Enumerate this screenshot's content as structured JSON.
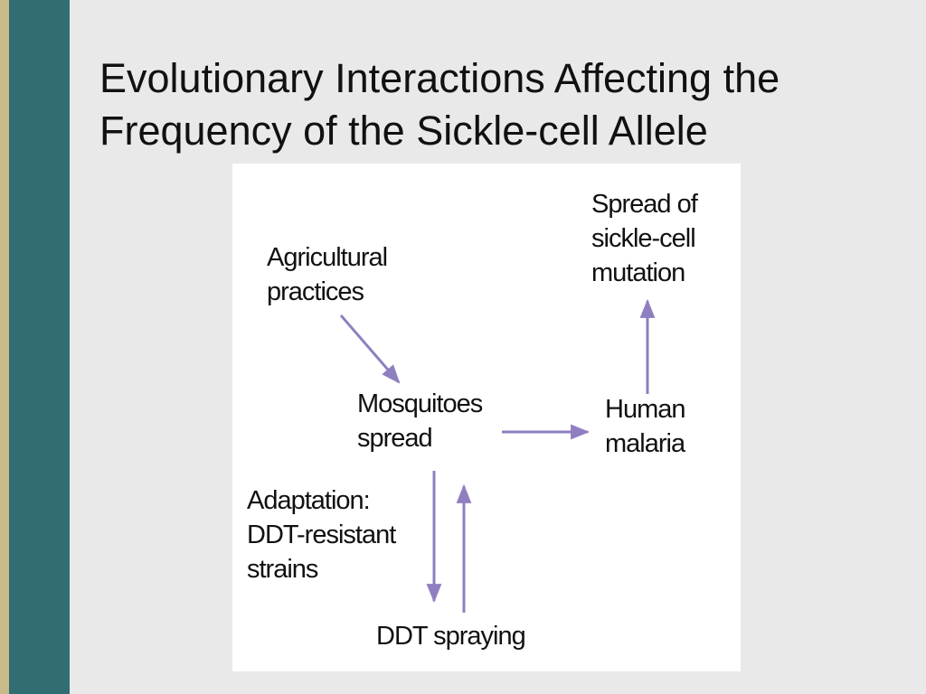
{
  "title": {
    "line1": "Evolutionary Interactions Affecting the",
    "line2": "Frequency of the Sickle-cell Allele"
  },
  "diagram": {
    "nodes": {
      "spread_sickle": [
        "Spread of",
        "sickle-cell",
        "mutation"
      ],
      "agricultural": [
        "Agricultural",
        "practices"
      ],
      "mosquitoes": [
        "Mosquitoes",
        "spread"
      ],
      "human_malaria": [
        "Human",
        "malaria"
      ],
      "adaptation": [
        "Adaptation:",
        "DDT-resistant",
        "strains"
      ],
      "ddt_spraying": [
        "DDT spraying"
      ]
    },
    "arrow_color": "#8f7fc0"
  },
  "colors": {
    "background": "#e9e9e9",
    "accent_bar": "#336d74",
    "accent_stripe": "#c8bb8a"
  }
}
